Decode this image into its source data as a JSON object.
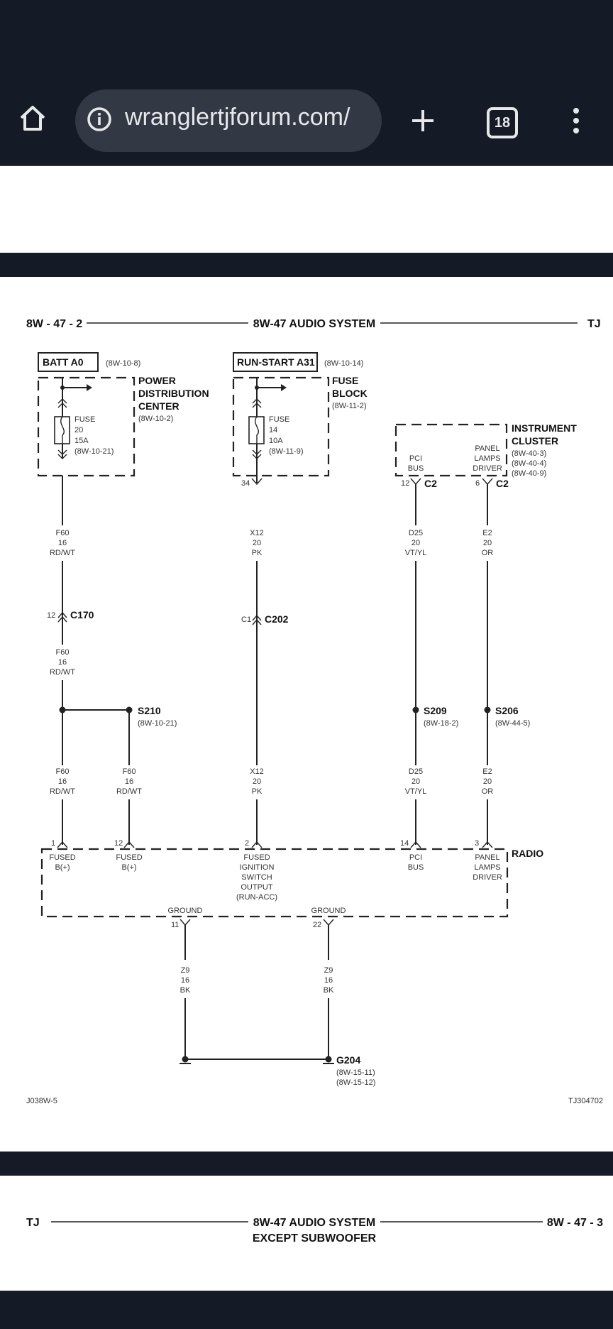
{
  "browser": {
    "url": "wranglertjforum.com/",
    "tab_count": "18",
    "icons": [
      "home-icon",
      "info-icon",
      "plus-icon",
      "tabs-icon",
      "more-vert-icon"
    ]
  },
  "page1": {
    "header_left": "8W - 47 - 2",
    "header_center": "8W-47 AUDIO SYSTEM",
    "header_right": "TJ",
    "batt_label": "BATT A0",
    "batt_ref": "(8W-10-8)",
    "pdc_title": [
      "POWER",
      "DISTRIBUTION",
      "CENTER"
    ],
    "pdc_ref": "(8W-10-2)",
    "pdc_fuse": [
      "FUSE",
      "20",
      "15A",
      "(8W-10-21)"
    ],
    "run_label": "RUN-START A31",
    "run_ref": "(8W-10-14)",
    "fb_title": [
      "FUSE",
      "BLOCK"
    ],
    "fb_ref": "(8W-11-2)",
    "fb_fuse": [
      "FUSE",
      "14",
      "10A",
      "(8W-11-9)"
    ],
    "fb_pin": "34",
    "ic_title": [
      "INSTRUMENT",
      "CLUSTER"
    ],
    "ic_refs": [
      "(8W-40-3)",
      "(8W-40-4)",
      "(8W-40-9)"
    ],
    "ic_pci": [
      "PCI",
      "BUS"
    ],
    "ic_panel": [
      "PANEL",
      "LAMPS",
      "DRIVER"
    ],
    "ic_pin1": "12",
    "ic_pin2": "6",
    "ic_conn": "C2",
    "wire_f60": [
      "F60",
      "16",
      "RD/WT"
    ],
    "wire_x12": [
      "X12",
      "20",
      "PK"
    ],
    "wire_d25": [
      "D25",
      "20",
      "VT/YL"
    ],
    "wire_e2": [
      "E2",
      "20",
      "OR"
    ],
    "wire_z9": [
      "Z9",
      "16",
      "BK"
    ],
    "c170_pin": "12",
    "c170": "C170",
    "c202_pin": "C1",
    "c202": "C202",
    "s210": "S210",
    "s210_ref": "(8W-10-21)",
    "s209": "S209",
    "s209_ref": "(8W-18-2)",
    "s206": "S206",
    "s206_ref": "(8W-44-5)",
    "radio_title": "RADIO",
    "radio_pins": [
      "1",
      "12",
      "2",
      "14",
      "3"
    ],
    "radio_fused": [
      "FUSED",
      "B(+)"
    ],
    "radio_ign": [
      "FUSED",
      "IGNITION",
      "SWITCH",
      "OUTPUT",
      "(RUN-ACC)"
    ],
    "radio_pci": [
      "PCI",
      "BUS"
    ],
    "radio_panel": [
      "PANEL",
      "LAMPS",
      "DRIVER"
    ],
    "ground_label": "GROUND",
    "ground_pins": [
      "11",
      "22"
    ],
    "g204": "G204",
    "g204_refs": [
      "(8W-15-11)",
      "(8W-15-12)"
    ],
    "footer_left": "J038W-5",
    "footer_right": "TJ304702"
  },
  "page2": {
    "header_left": "TJ",
    "header_center": [
      "8W-47 AUDIO SYSTEM",
      "EXCEPT SUBWOOFER"
    ],
    "header_right": "8W - 47 - 3"
  }
}
